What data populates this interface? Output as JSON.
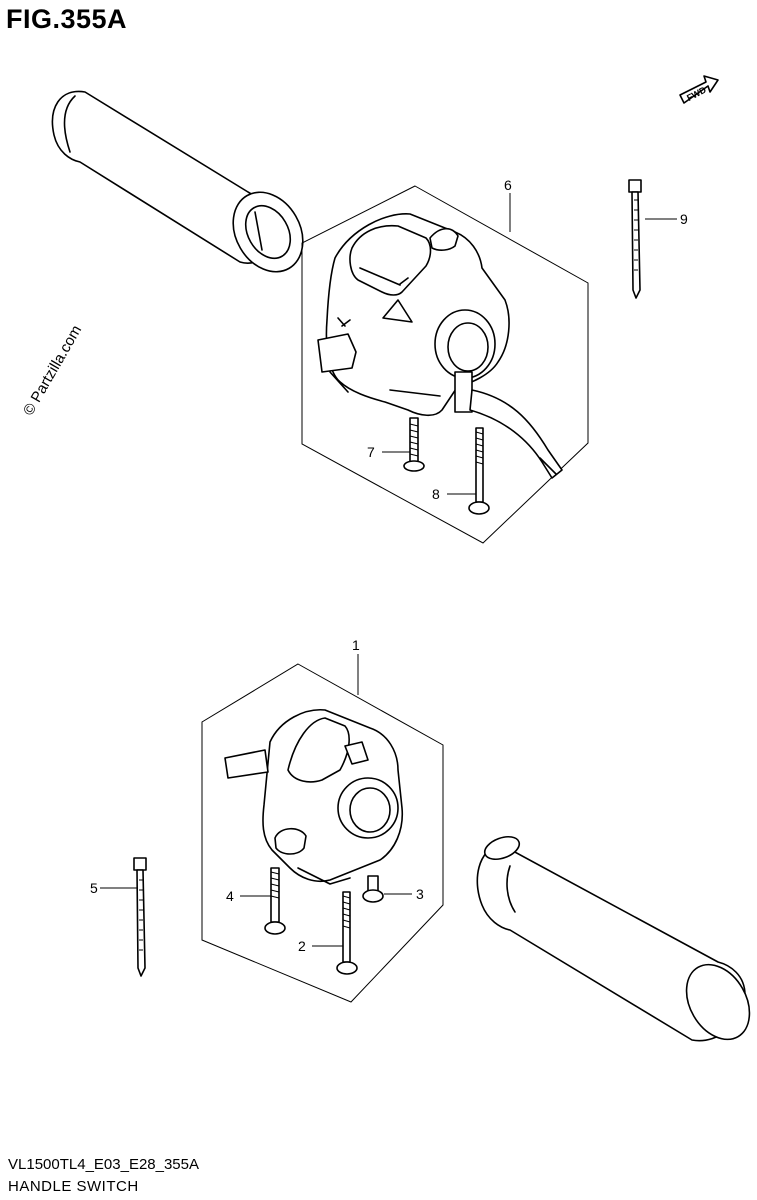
{
  "figure": {
    "title": "FIG.355A",
    "code": "VL1500TL4_E03_E28_355A",
    "name": "HANDLE SWITCH",
    "watermark": "© Partzilla.com",
    "direction_label": "FWD"
  },
  "callouts": {
    "c1": "1",
    "c2": "2",
    "c3": "3",
    "c4": "4",
    "c5": "5",
    "c6": "6",
    "c7": "7",
    "c8": "8",
    "c9": "9"
  }
}
